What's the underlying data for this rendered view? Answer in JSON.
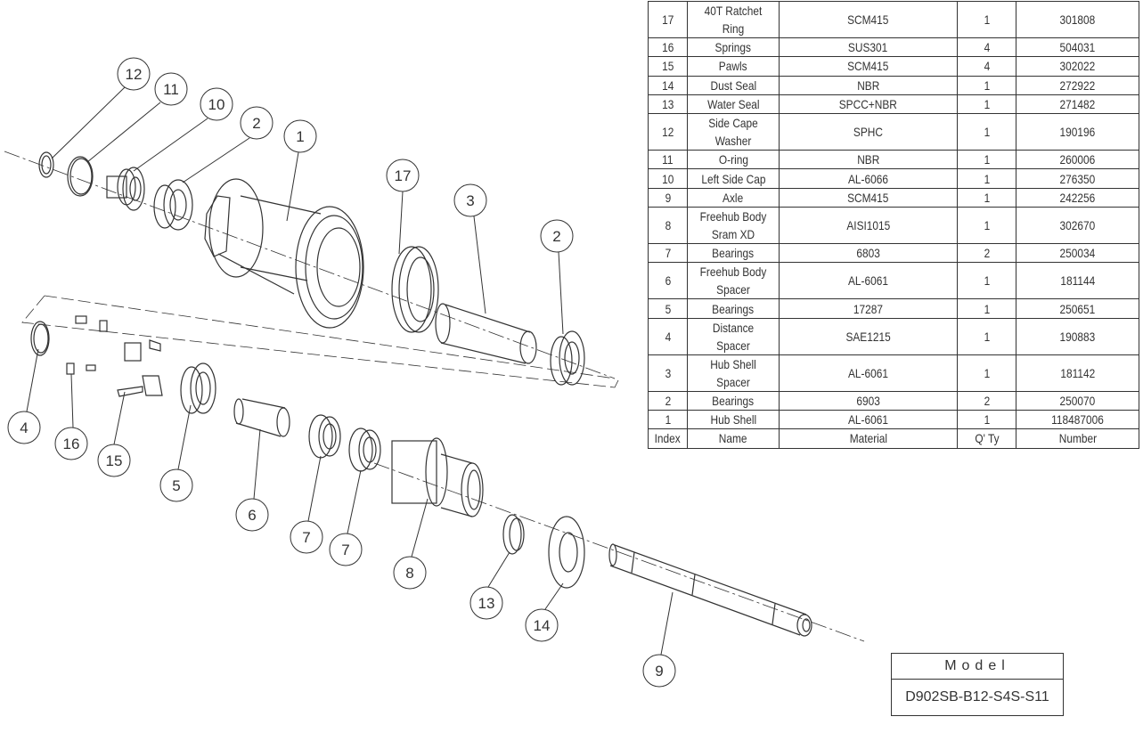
{
  "bom": {
    "headers": [
      "Index",
      "Name",
      "Material",
      "Q' Ty",
      "Number"
    ],
    "rows": [
      [
        "17",
        "40T Ratchet Ring",
        "SCM415",
        "1",
        "301808"
      ],
      [
        "16",
        "Springs",
        "SUS301",
        "4",
        "504031"
      ],
      [
        "15",
        "Pawls",
        "SCM415",
        "4",
        "302022"
      ],
      [
        "14",
        "Dust Seal",
        "NBR",
        "1",
        "272922"
      ],
      [
        "13",
        "Water Seal",
        "SPCC+NBR",
        "1",
        "271482"
      ],
      [
        "12",
        "Side Cape Washer",
        "SPHC",
        "1",
        "190196"
      ],
      [
        "11",
        "O-ring",
        "NBR",
        "1",
        "260006"
      ],
      [
        "10",
        "Left Side Cap",
        "AL-6066",
        "1",
        "276350"
      ],
      [
        "9",
        "Axle",
        "SCM415",
        "1",
        "242256"
      ],
      [
        "8",
        "Freehub Body Sram XD",
        "AISI1015",
        "1",
        "302670"
      ],
      [
        "7",
        "Bearings",
        "6803",
        "2",
        "250034"
      ],
      [
        "6",
        "Freehub Body Spacer",
        "AL-6061",
        "1",
        "181144"
      ],
      [
        "5",
        "Bearings",
        "17287",
        "1",
        "250651"
      ],
      [
        "4",
        "Distance Spacer",
        "SAE1215",
        "1",
        "190883"
      ],
      [
        "3",
        "Hub Shell Spacer",
        "AL-6061",
        "1",
        "181142"
      ],
      [
        "2",
        "Bearings",
        "6903",
        "2",
        "250070"
      ],
      [
        "1",
        "Hub Shell",
        "AL-6061",
        "1",
        "118487006"
      ]
    ]
  },
  "model": {
    "label": "Model",
    "value": "D902SB-B12-S4S-S11"
  },
  "callouts": [
    "12",
    "11",
    "10",
    "2",
    "1",
    "17",
    "3",
    "2",
    "4",
    "16",
    "15",
    "5",
    "6",
    "7",
    "7",
    "8",
    "13",
    "14",
    "9"
  ]
}
